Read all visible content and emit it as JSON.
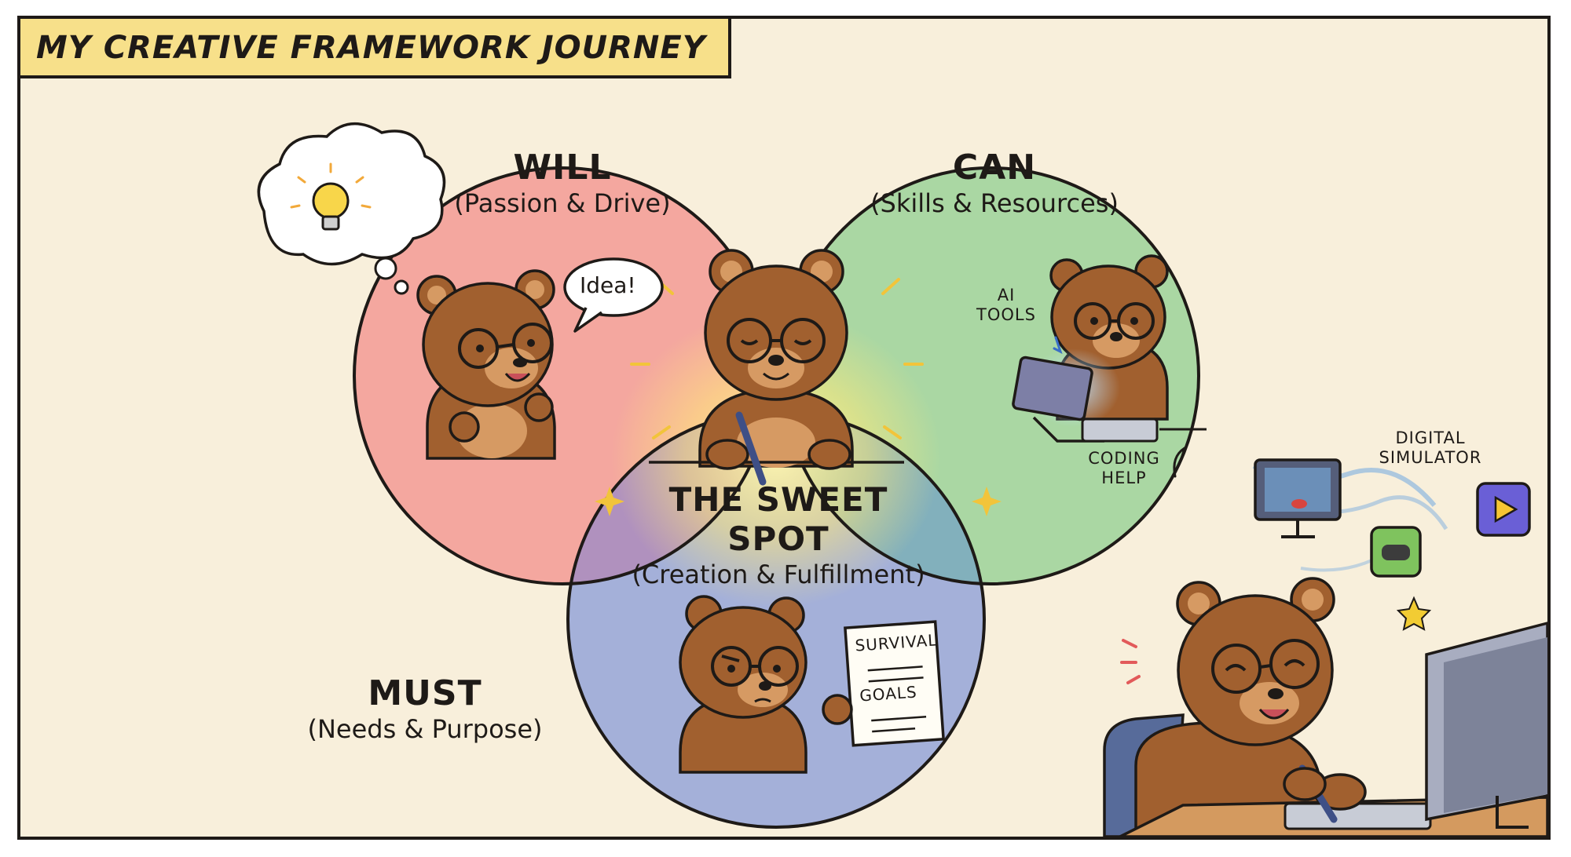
{
  "title": "MY CREATIVE FRAMEWORK JOURNEY",
  "circles": {
    "will": {
      "label": "WILL",
      "subtitle": "(Passion & Drive)",
      "color": "#f2928e"
    },
    "can": {
      "label": "CAN",
      "subtitle": "(Skills & Resources)",
      "color": "#93cf94"
    },
    "must": {
      "label": "MUST",
      "subtitle": "(Needs & Purpose)",
      "color": "#8c9ed8"
    }
  },
  "sweet_spot": {
    "label": "THE SWEET SPOT",
    "subtitle": "(Creation & Fulfillment)"
  },
  "speech_bubble": "Idea!",
  "annotations": {
    "ai_tools": [
      "AI",
      "TOOLS"
    ],
    "coding_help": [
      "CODING",
      "HELP"
    ],
    "digital_simulator": [
      "DIGITAL",
      "SIMULATOR"
    ]
  },
  "checklist": {
    "line1": "SURVIVAL",
    "line2": "GOALS"
  },
  "colors": {
    "ink": "#1e1a17",
    "bear": "#a1602f",
    "bear_light": "#d69a63",
    "background": "#f8efdb",
    "title_bg": "#f7e08a"
  }
}
